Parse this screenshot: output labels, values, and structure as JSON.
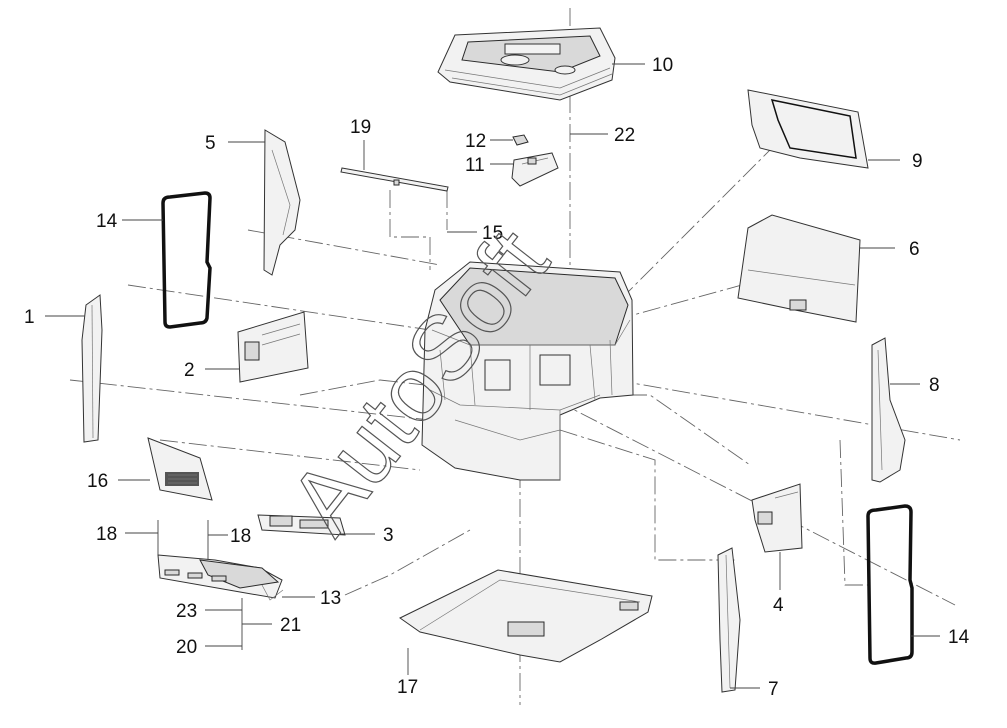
{
  "diagram": {
    "callouts": [
      "1",
      "2",
      "3",
      "4",
      "5",
      "6",
      "7",
      "8",
      "9",
      "10",
      "11",
      "12",
      "13",
      "14",
      "14",
      "15",
      "16",
      "17",
      "18",
      "18",
      "19",
      "20",
      "21",
      "22",
      "23"
    ],
    "watermark": "AutoSoft"
  }
}
